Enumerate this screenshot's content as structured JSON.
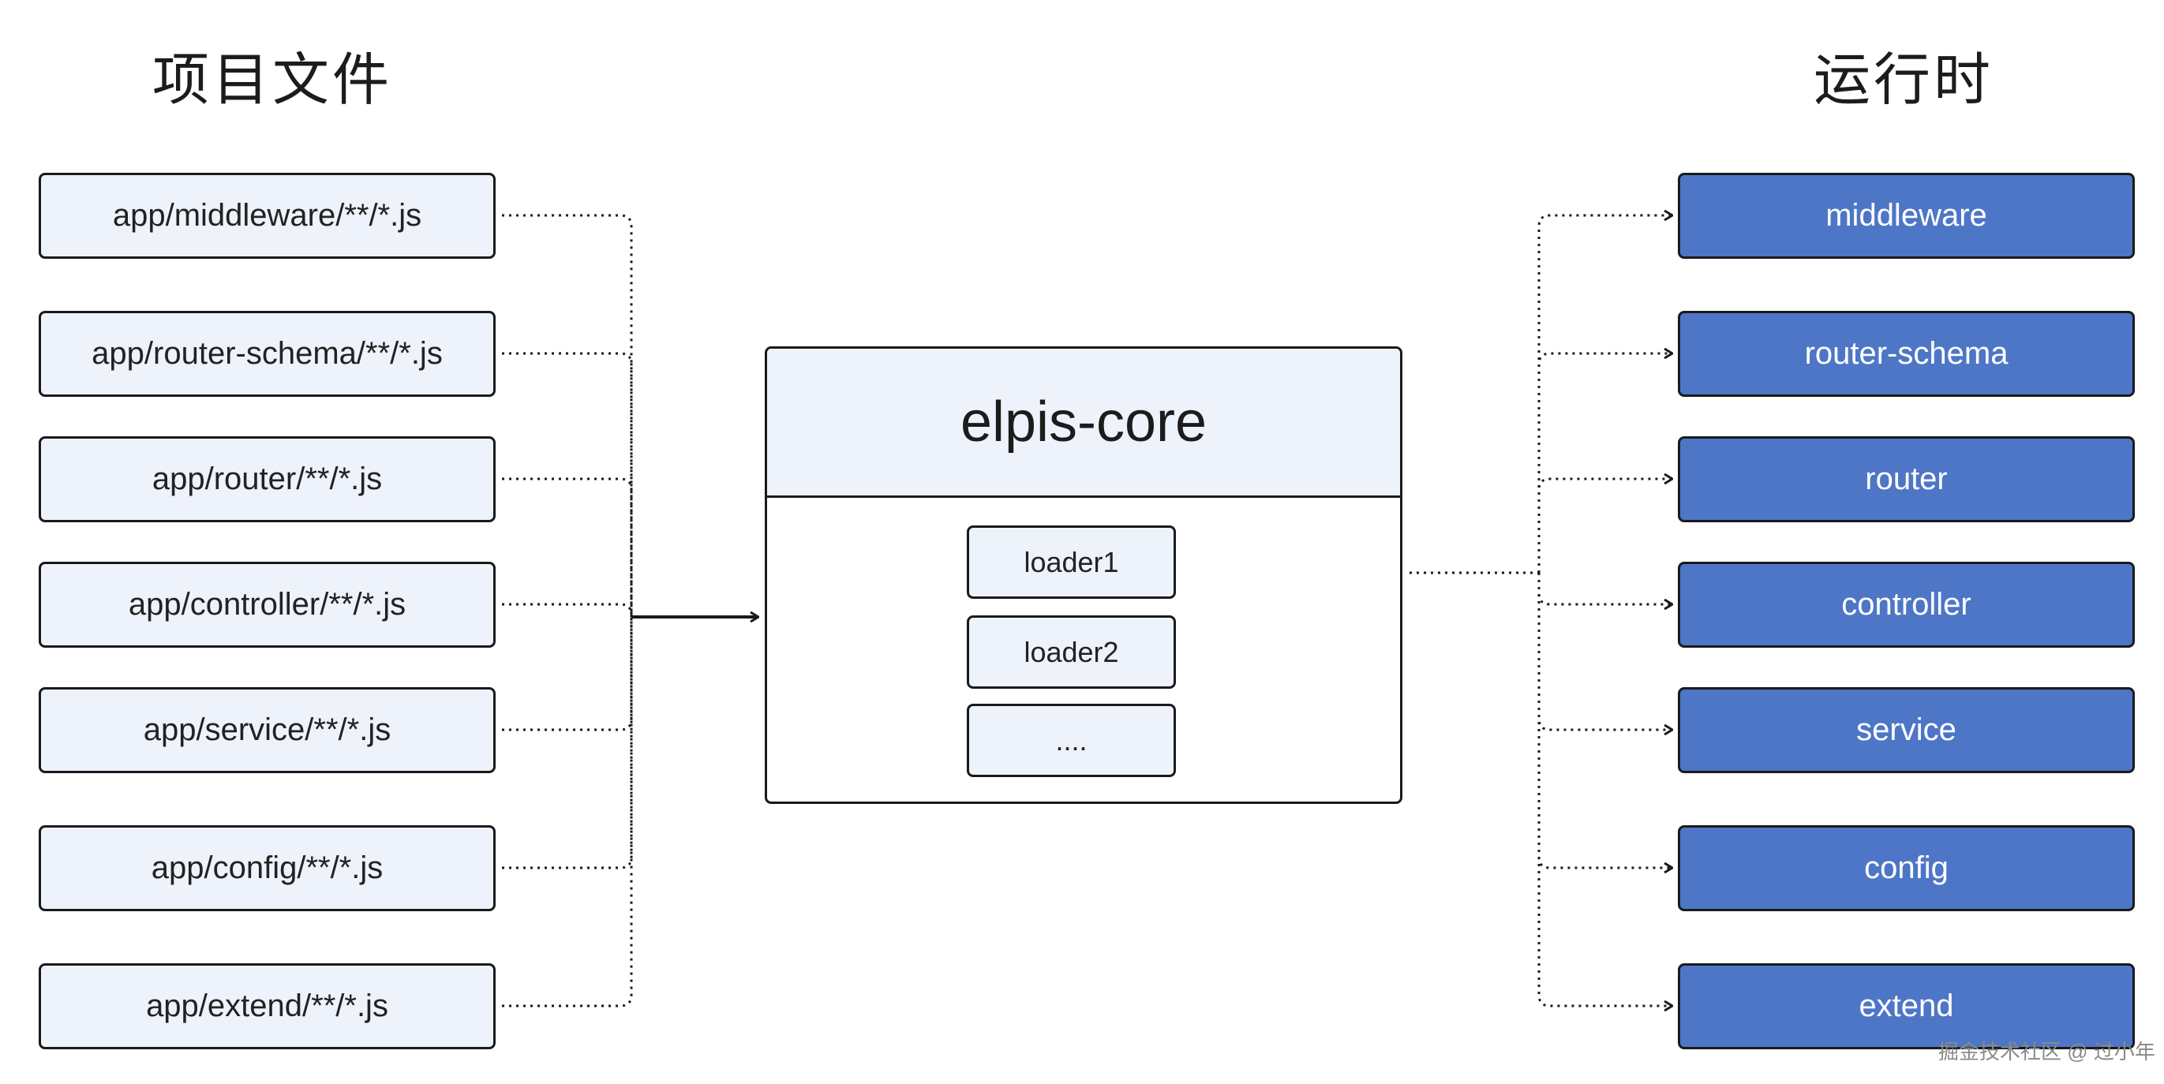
{
  "headings": {
    "left": "项目文件",
    "right": "运行时"
  },
  "source_files": [
    "app/middleware/**/*.js",
    "app/router-schema/**/*.js",
    "app/router/**/*.js",
    "app/controller/**/*.js",
    "app/service/**/*.js",
    "app/config/**/*.js",
    "app/extend/**/*.js"
  ],
  "core": {
    "title": "elpis-core",
    "loaders": [
      "loader1",
      "loader2",
      "...."
    ]
  },
  "runtime": [
    "middleware",
    "router-schema",
    "router",
    "controller",
    "service",
    "config",
    "extend"
  ],
  "watermark": "掘金技术社区 @ 过小年",
  "colors": {
    "light_box": "#eef2fb",
    "runtime_box": "#4e76c7",
    "border": "#1a1a1a"
  }
}
